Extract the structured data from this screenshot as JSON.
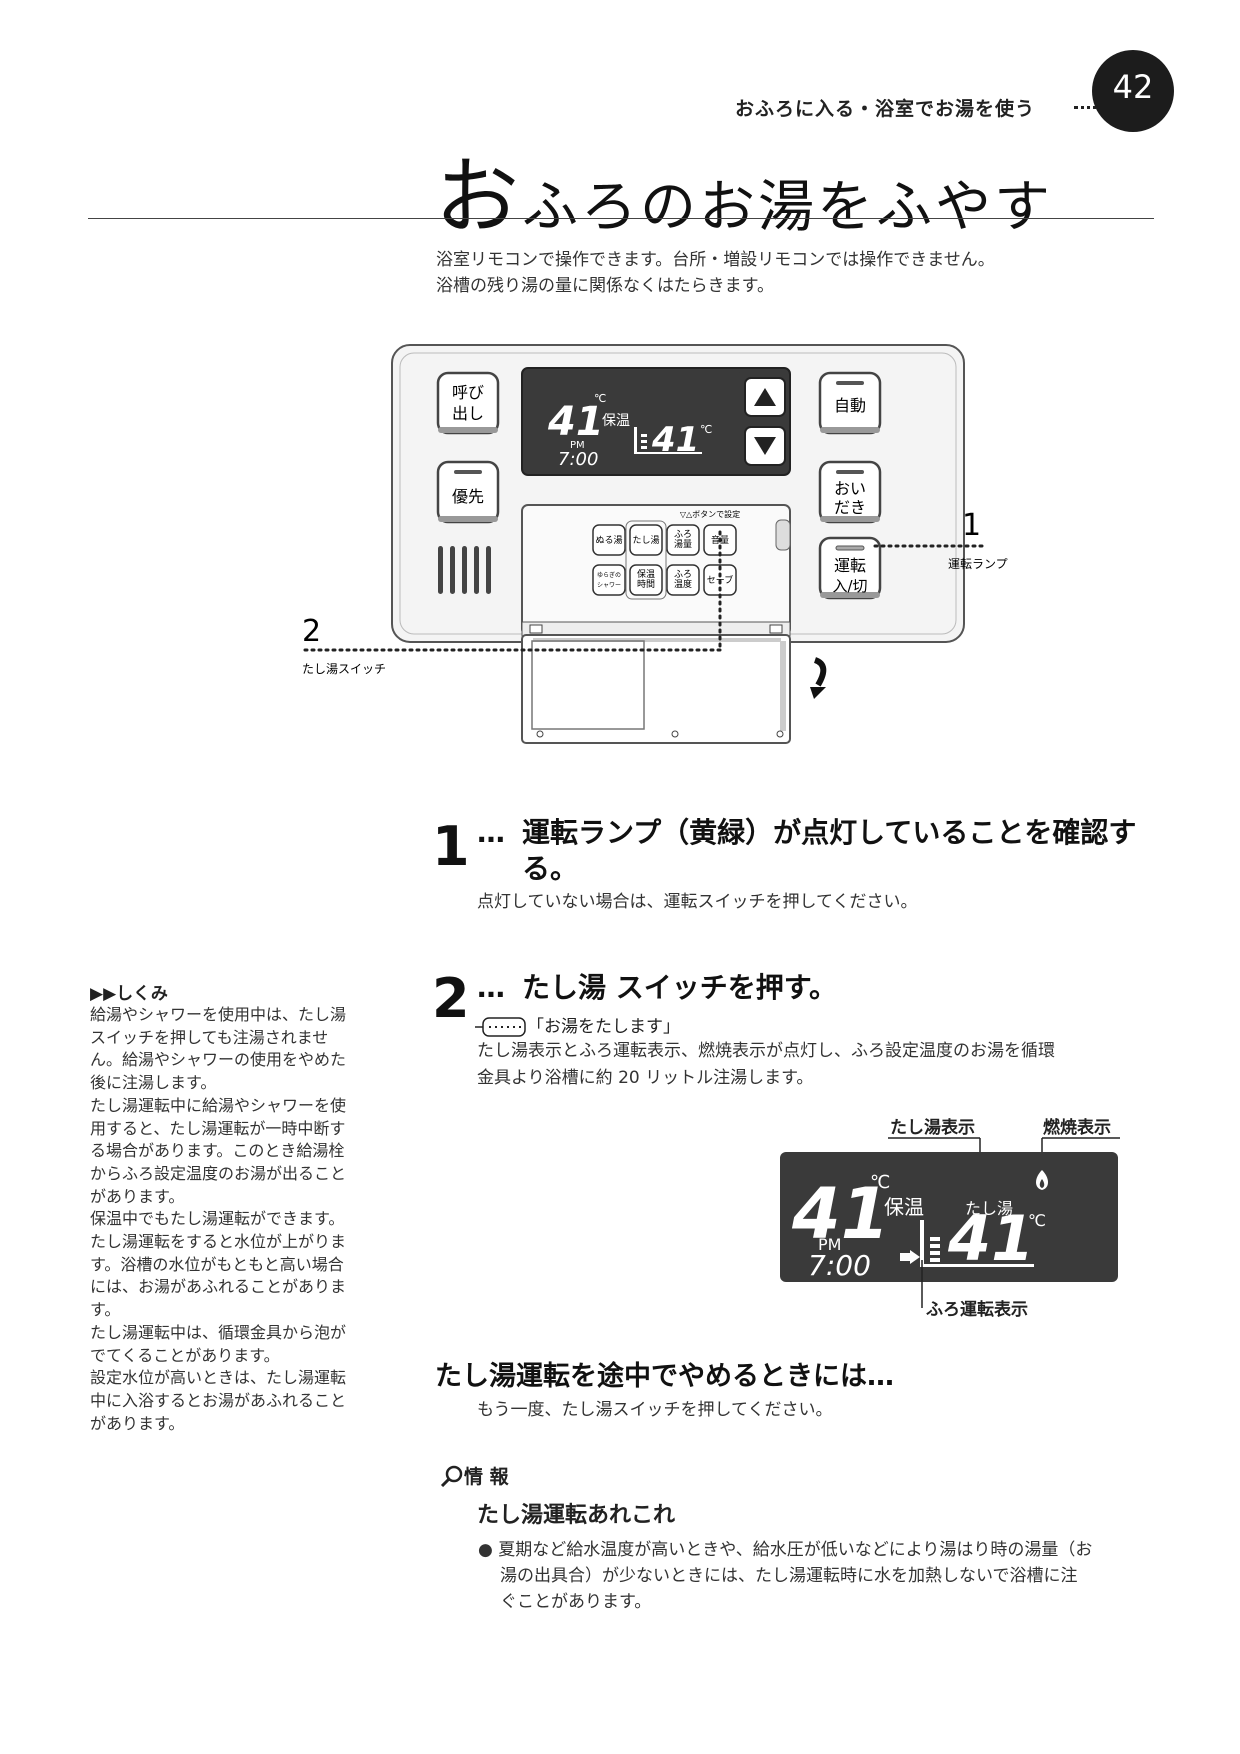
{
  "header": {
    "section": "おふろに入る・浴室でお湯を使う",
    "page_number": "42"
  },
  "title": {
    "first_char": "お",
    "rest": "ふろのお湯をふやす"
  },
  "intro": {
    "line1": "浴室リモコンで操作できます。台所・増設リモコンでは操作できません。",
    "line2": "浴槽の残り湯の量に関係なくはたらきます。"
  },
  "remote": {
    "btn_call": [
      "呼び",
      "出し"
    ],
    "btn_priority": "優先",
    "btn_auto": "自動",
    "btn_reheat": [
      "おい",
      "だき"
    ],
    "btn_power": [
      "運転",
      "入/切"
    ],
    "lcd_temp_main": "41",
    "lcd_unit": "℃",
    "lcd_keep": "保温",
    "lcd_pm": "PM",
    "lcd_time": "7:00",
    "lcd_temp_bath": "41",
    "panel_hint": "▽△ボタンで設定",
    "panel_buttons": [
      [
        "ぬる湯",
        "たし湯",
        "ふろ\n湯量",
        "音量"
      ],
      [
        "ゆらぎの\nシャワー",
        "保温\n時間",
        "ふろ\n温度",
        "セーブ"
      ]
    ],
    "callout1_num": "1",
    "callout1_label": "運転ランプ",
    "callout2_num": "2",
    "callout2_label": "たし湯スイッチ"
  },
  "steps": [
    {
      "num": "1",
      "dots": "…",
      "heading_line1": "運転ランプ（黄緑）が点灯していることを確認す",
      "heading_line2": "る。",
      "text": "点灯していない場合は、運転スイッチを押してください。"
    },
    {
      "num": "2",
      "dots": "…",
      "heading": "たし湯 スイッチを押す。",
      "voice": "「お湯をたします」",
      "text_line1": "たし湯表示とふろ運転表示、燃焼表示が点灯し、ふろ設定温度のお湯を循環",
      "text_line2": "金具より浴槽に約 20 リットル注湯します。"
    }
  ],
  "lcd_labels": {
    "tashiyu": "たし湯表示",
    "nensho": "燃焼表示",
    "furo": "ふろ運転表示",
    "lcd_tashiyu": "たし湯",
    "lcd_keep": "保温",
    "lcd_pm": "PM",
    "lcd_time": "7:00",
    "lcd_temp": "41",
    "lcd_unit": "℃"
  },
  "sidebar": {
    "heading": "▶▶しくみ",
    "lines": [
      "給湯やシャワーを使用中は、たし湯",
      "スイッチを押しても注湯されませ",
      "ん。給湯やシャワーの使用をやめた",
      "後に注湯します。",
      "たし湯運転中に給湯やシャワーを使",
      "用すると、たし湯運転が一時中断す",
      "る場合があります。このとき給湯栓",
      "からふろ設定温度のお湯が出ること",
      "があります。",
      "保温中でもたし湯運転ができます。",
      "たし湯運転をすると水位が上がりま",
      "す。浴槽の水位がもともと高い場合",
      "には、お湯があふれることがありま",
      "す。",
      "たし湯運転中は、循環金具から泡が",
      "でてくることがあります。",
      "設定水位が高いときは、たし湯運転",
      "中に入浴するとお湯があふれること",
      "があります。"
    ]
  },
  "stop": {
    "heading": "たし湯運転を途中でやめるときには…",
    "text": "もう一度、たし湯スイッチを押してください。"
  },
  "info": {
    "heading": "情 報",
    "subheading": "たし湯運転あれこれ",
    "bullet_line1": "● 夏期など給水温度が高いときや、給水圧が低いなどにより湯はり時の湯量（お",
    "bullet_line2": "湯の出具合）が少ないときには、たし湯運転時に水を加熱しないで浴槽に注",
    "bullet_line3": "ぐことがあります。"
  }
}
